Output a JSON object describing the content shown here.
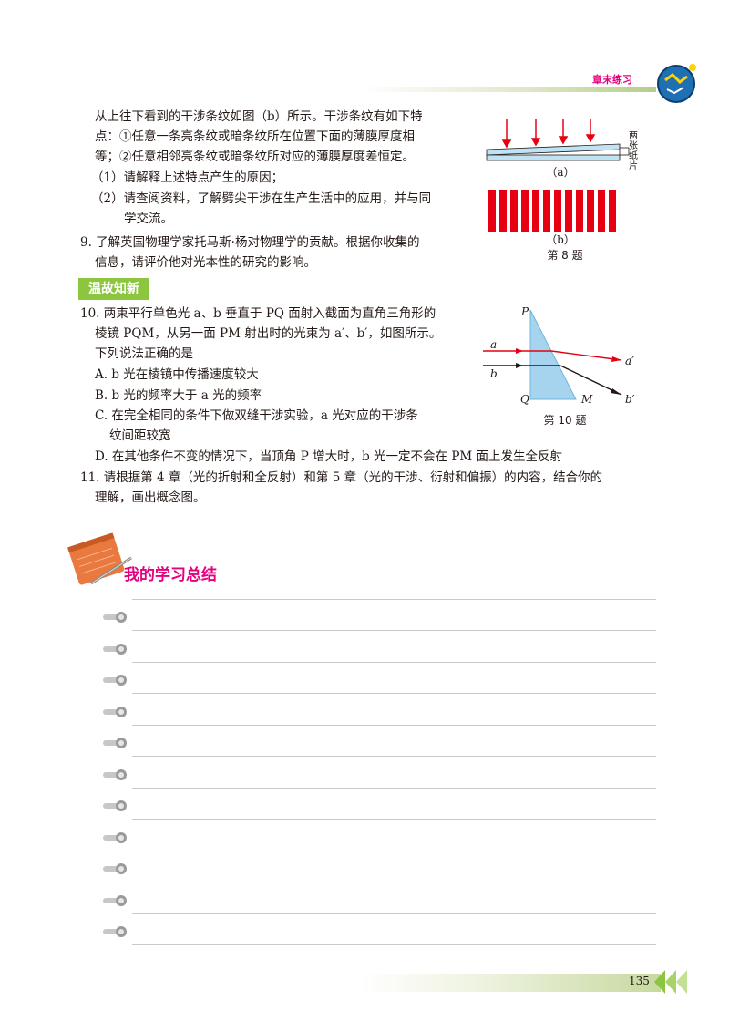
{
  "header": {
    "label": "章末练习"
  },
  "q8": {
    "l1": "从上往下看到的干涉条纹如图（b）所示。干涉条纹有如下特",
    "l2": "点：①任意一条亮条纹或暗条纹所在位置下面的薄膜厚度相",
    "l3": "等；②任意相邻亮条纹或暗条纹所对应的薄膜厚度差恒定。",
    "s1": "（1）请解释上述特点产生的原因；",
    "s2a": "（2）请查阅资料，了解劈尖干涉在生产生活中的应用，并与同",
    "s2b": "学交流。"
  },
  "q9": {
    "l1": "9. 了解英国物理学家托马斯·杨对物理学的贡献。根据你收集的",
    "l2": "信息，请评价他对光本性的研究的影响。"
  },
  "fig8": {
    "side_label": "两张纸片",
    "a_label": "（a）",
    "b_label": "（b）",
    "caption": "第 8 题"
  },
  "section_tag": "温故知新",
  "q10": {
    "l1": "10. 两束平行单色光 a、b 垂直于 PQ 面射入截面为直角三角形的",
    "l2": "棱镜 PQM，从另一面 PM 射出时的光束为 a′、b′，如图所示。",
    "l3": "下列说法正确的是",
    "A": "A. b 光在棱镜中传播速度较大",
    "B": "B. b 光的频率大于 a 光的频率",
    "C1": "C. 在完全相同的条件下做双缝干涉实验，a 光对应的干涉条",
    "C2": "纹间距较宽",
    "D": "D. 在其他条件不变的情况下，当顶角 P 增大时，b 光一定不会在 PM 面上发生全反射"
  },
  "fig10": {
    "P": "P",
    "Q": "Q",
    "M": "M",
    "a": "a",
    "b": "b",
    "a2": "a′",
    "b2": "b′",
    "caption": "第 10 题"
  },
  "q11": {
    "l1": "11. 请根据第 4 章（光的折射和全反射）和第 5 章（光的干涉、衍射和偏振）的内容，结合你的",
    "l2": "理解，画出概念图。"
  },
  "summary": {
    "title": "我的学习总结"
  },
  "footer": {
    "page_number": "135"
  },
  "colors": {
    "accent_pink": "#e4007f",
    "accent_green": "#8cc63f",
    "fringe_red": "#e60012",
    "prism_blue": "#a6d4ef"
  }
}
